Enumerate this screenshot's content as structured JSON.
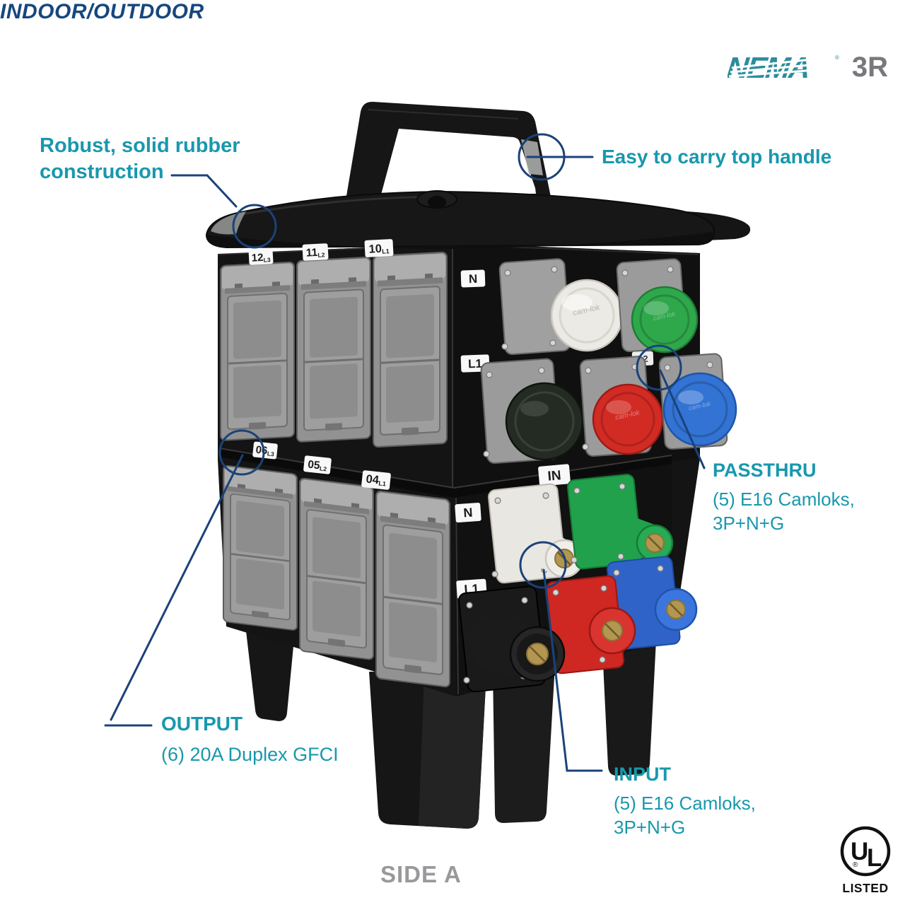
{
  "header": {
    "indoor_outdoor": "INDOOR/OUTDOOR",
    "nema": {
      "logo": "NEMA",
      "registered": "®",
      "rating": "3R"
    }
  },
  "callouts": {
    "construction": {
      "line1": "Robust, solid rubber",
      "line2": "construction"
    },
    "handle": {
      "label": "Easy to carry top handle"
    },
    "passthru": {
      "title": "PASSTHRU",
      "detail1": "(5) E16 Camloks,",
      "detail2": "3P+N+G"
    },
    "output": {
      "title": "OUTPUT",
      "detail1": "(6) 20A Duplex GFCI"
    },
    "input": {
      "title": "INPUT",
      "detail1": "(5) E16 Camloks,",
      "detail2": "3P+N+G"
    }
  },
  "device": {
    "gfci_upper_labels": [
      {
        "num": "12",
        "phase": "L3"
      },
      {
        "num": "11",
        "phase": "L2"
      },
      {
        "num": "10",
        "phase": "L1"
      }
    ],
    "gfci_lower_labels": [
      {
        "num": "06",
        "phase": "L3"
      },
      {
        "num": "05",
        "phase": "L2"
      },
      {
        "num": "04",
        "phase": "L1"
      }
    ],
    "passthru_labels": {
      "row1": "N",
      "row2": "L1",
      "hidden": "L2"
    },
    "input_labels": {
      "section": "IN",
      "row1": "N",
      "row2": "L1"
    },
    "cap_brand": "cam-lok"
  },
  "footer": {
    "side_label": "SIDE A"
  },
  "ul_badge": {
    "u": "U",
    "l": "L",
    "registered": "®",
    "listed": "LISTED"
  },
  "colors": {
    "teal_text": "#1898ad",
    "navy_line": "#1b4279",
    "nema_teal": "#2b8d9b",
    "rating_gray": "#77797d",
    "side_gray": "#98999b",
    "cap_white": "#eceae5",
    "cap_green": "#2fa84c",
    "cap_black": "#232b22",
    "cap_red": "#d22b24",
    "cap_blue": "#3273d4",
    "male_white": "#e9e7e1",
    "male_green": "#21a14c",
    "male_black": "#1a1a1a",
    "male_red": "#cf2722",
    "male_blue": "#2f63c8",
    "brass": "#b3964f"
  }
}
